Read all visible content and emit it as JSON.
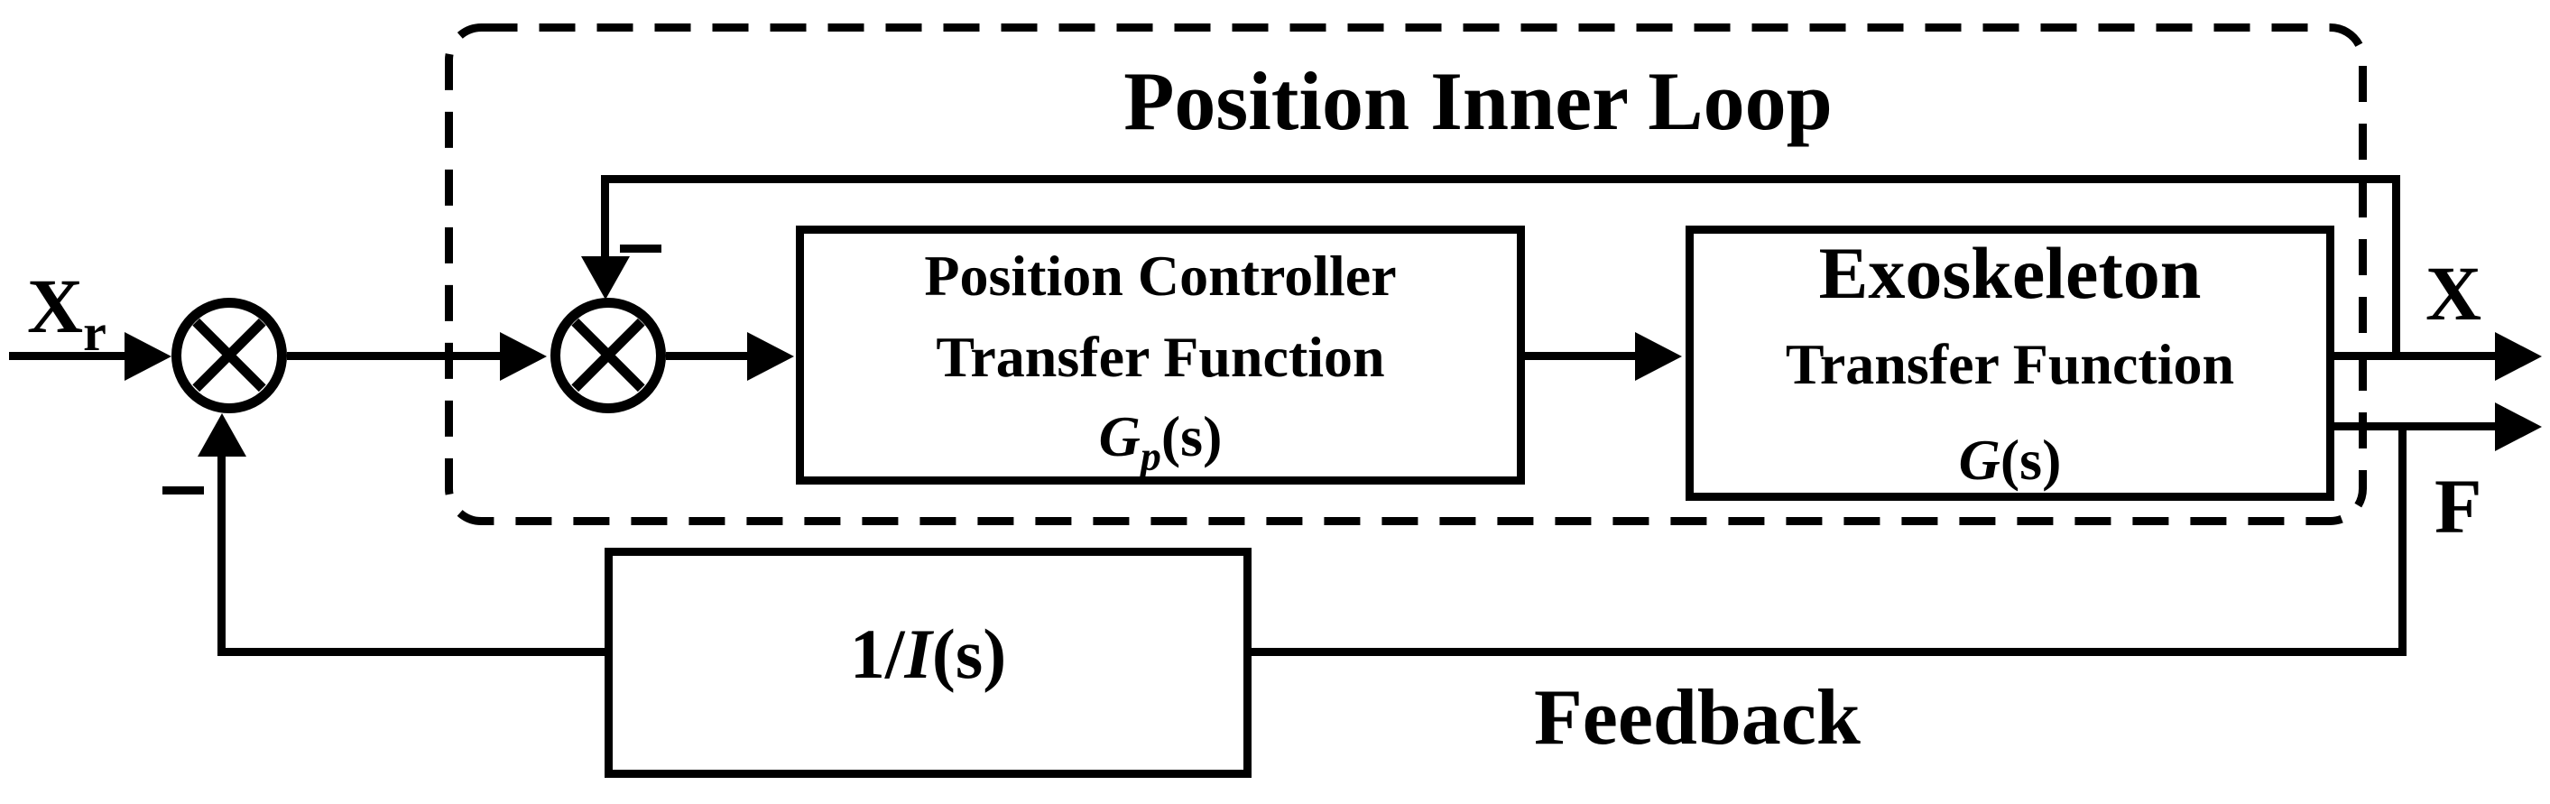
{
  "diagram": {
    "title": "Position Inner Loop",
    "input_label": {
      "base": "X",
      "sub": "r"
    },
    "output_labels": {
      "position": "X",
      "force": "F"
    },
    "feedback_label": "Feedback",
    "icons": {
      "summing_junction": "⊗",
      "minus_sign": "−",
      "arrow": "→"
    },
    "blocks": {
      "position_controller": {
        "line1": "Position Controller",
        "line2": "Transfer Function",
        "symbol": {
          "g": "G",
          "sub": "p",
          "args": "(s)"
        }
      },
      "exoskeleton": {
        "line1": "Exoskeleton",
        "line2": "Transfer Function",
        "symbol": {
          "g": "G",
          "args": "(s)"
        }
      },
      "inverse_impedance": {
        "symbol": {
          "prefix": "1/",
          "i": "I",
          "args": "(s)"
        }
      }
    },
    "colors": {
      "ink": "#000000",
      "background": "#ffffff"
    }
  }
}
